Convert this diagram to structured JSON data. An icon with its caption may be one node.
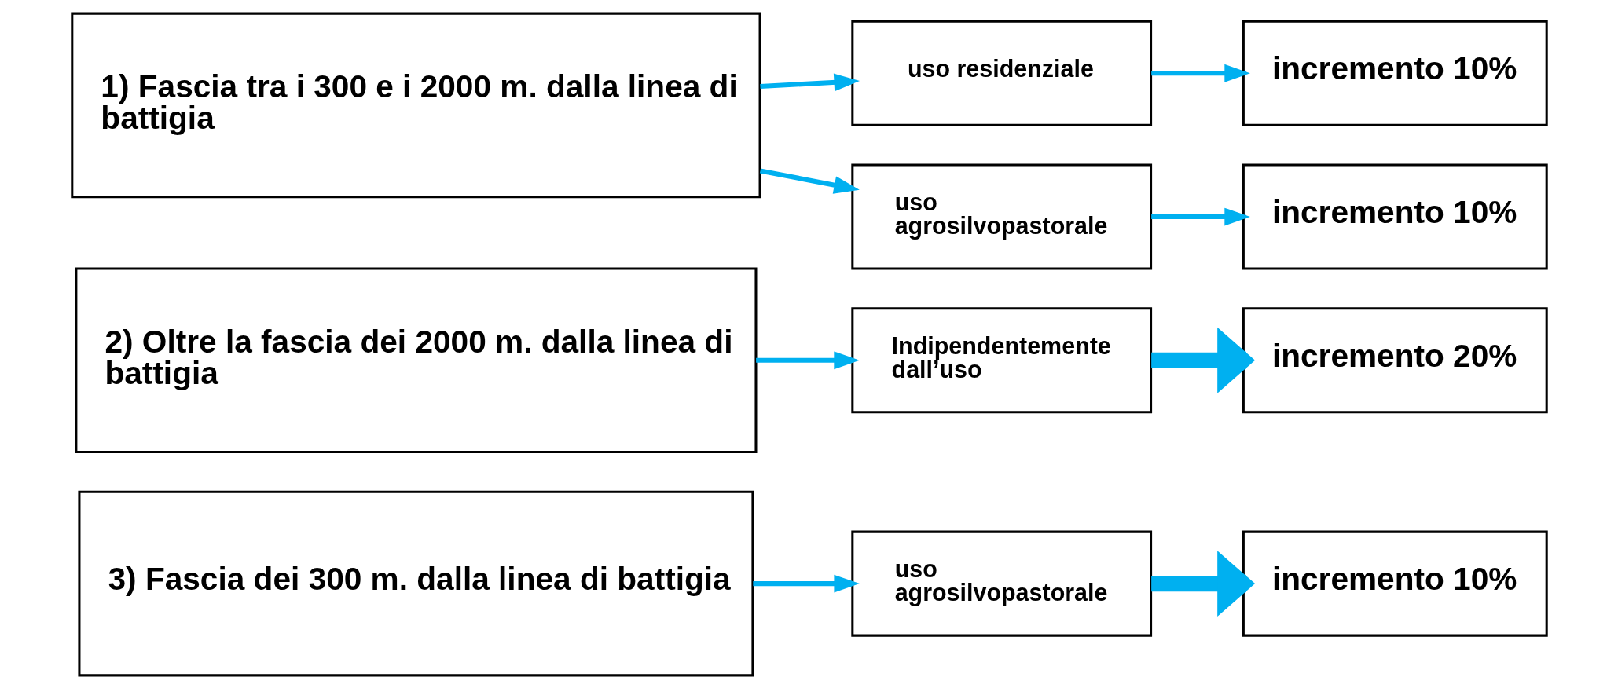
{
  "diagram": {
    "nodes": [
      {
        "text": [
          "1) Fascia tra i 300 e i 2000 m. dalla linea di battigia"
        ]
      },
      {
        "text": [
          "uso residenziale"
        ]
      },
      {
        "text": [
          "incremento 10%"
        ]
      },
      {
        "text": [
          "uso agrosilvopastorale"
        ]
      },
      {
        "text": [
          "incremento 10%"
        ]
      },
      {
        "text": [
          "2) Oltre la fascia dei 2000 m. dalla linea di battigia"
        ]
      },
      {
        "text": [
          "Indipendentemente dall’uso"
        ]
      },
      {
        "text": [
          "incremento 20%"
        ]
      },
      {
        "text": [
          "3) Fascia dei 300 m. dalla linea di battigia"
        ]
      },
      {
        "text": [
          "uso agrosilvopastorale"
        ]
      },
      {
        "text": [
          "incremento 10%"
        ]
      }
    ],
    "edges": [
      {
        "from": 0,
        "to": 1,
        "arrow": "to"
      },
      {
        "from": 1,
        "to": 2,
        "arrow": "to"
      },
      {
        "from": 0,
        "to": 3,
        "arrow": "to"
      },
      {
        "from": 3,
        "to": 4,
        "arrow": "to"
      },
      {
        "from": 5,
        "to": 6,
        "arrow": "to"
      },
      {
        "from": 6,
        "to": 7,
        "arrow": "to",
        "style": "thick"
      },
      {
        "from": 8,
        "to": 9,
        "arrow": "to"
      },
      {
        "from": 9,
        "to": 10,
        "arrow": "to",
        "style": "thick"
      }
    ]
  }
}
